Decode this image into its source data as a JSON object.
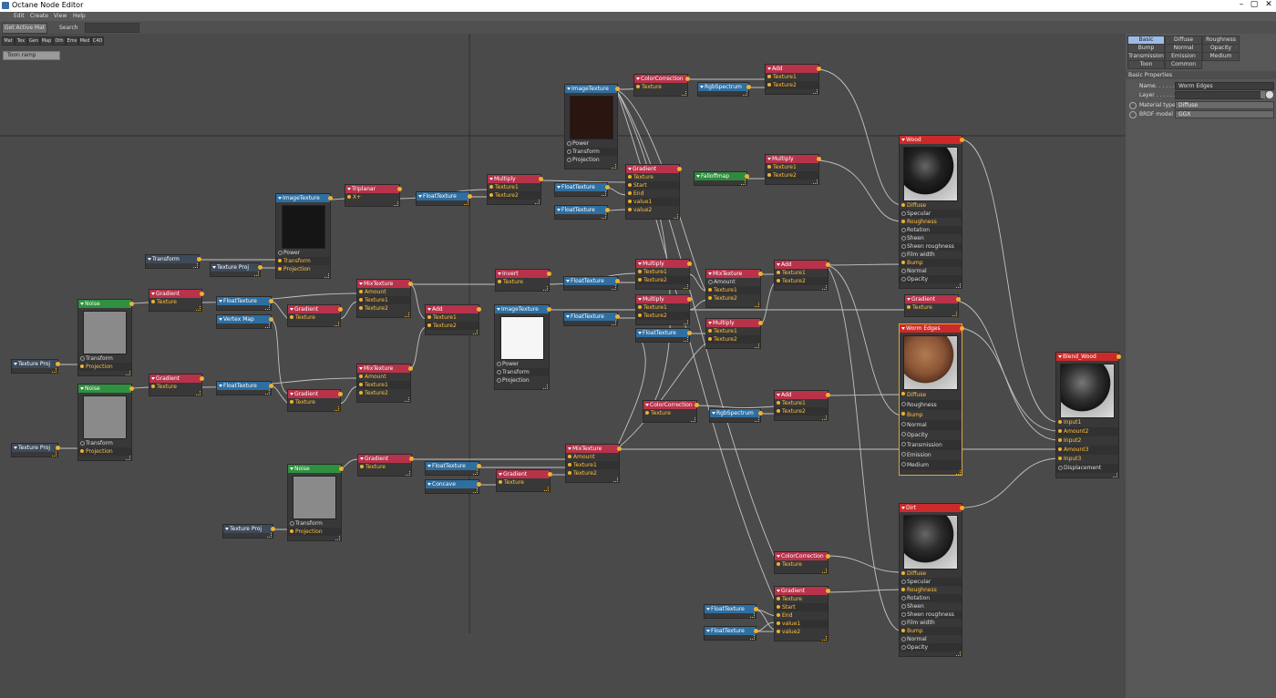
{
  "window": {
    "title": "Octane Node Editor",
    "controls": [
      "–",
      "▢",
      "✕"
    ]
  },
  "menu": [
    "Edit",
    "Create",
    "View",
    "Help"
  ],
  "toolbar": {
    "get_active_mat": "Get Active Mat",
    "search_label": "Search",
    "search_value": ""
  },
  "categories": [
    "Mat",
    "Tex",
    "Gen",
    "Map",
    "Oth",
    "Ems",
    "Med",
    "C4D"
  ],
  "toon_ramp": "Toon ramp",
  "nodes": {
    "imgtex1": {
      "title": "ImageTexture",
      "pins": [
        "Power",
        "Transform",
        "Projection"
      ]
    },
    "colcorr1": {
      "title": "ColorCorrection",
      "pins": [
        "Texture"
      ]
    },
    "rgbspec1": {
      "title": "RgbSpectrum"
    },
    "add1": {
      "title": "Add",
      "pins": [
        "Texture1",
        "Texture2"
      ]
    },
    "gradient1": {
      "title": "Gradient",
      "pins": [
        "Texture",
        "Start",
        "End",
        "value1",
        "value2"
      ]
    },
    "falloff": {
      "title": "Falloffmap"
    },
    "multiply1": {
      "title": "Multiply",
      "pins": [
        "Texture1",
        "Texture2"
      ]
    },
    "multiply2": {
      "title": "Multiply",
      "pins": [
        "Texture1",
        "Texture2"
      ]
    },
    "floattex1": {
      "title": "FloatTexture"
    },
    "floattex2": {
      "title": "FloatTexture"
    },
    "triplanar": {
      "title": "Triplanar",
      "pins": [
        "X+"
      ]
    },
    "floattex3": {
      "title": "FloatTexture"
    },
    "imgtex2": {
      "title": "ImageTexture",
      "pins": [
        "Power",
        "Transform",
        "Projection"
      ]
    },
    "transform": {
      "title": "Transform"
    },
    "texproj1": {
      "title": "Texture Proj"
    },
    "wood": {
      "title": "Wood",
      "pins": [
        "Diffuse",
        "Specular",
        "Roughness",
        "Rotation",
        "Sheen",
        "Sheen roughness",
        "Film width",
        "Bump",
        "Normal",
        "Opacity"
      ]
    },
    "noise1": {
      "title": "Noise",
      "pins": [
        "Transform",
        "Projection"
      ]
    },
    "gradient2": {
      "title": "Gradient",
      "pins": [
        "Texture"
      ]
    },
    "floattex4": {
      "title": "FloatTexture"
    },
    "vertexmap": {
      "title": "Vertex Map"
    },
    "gradient3": {
      "title": "Gradient",
      "pins": [
        "Texture"
      ]
    },
    "mixtex1": {
      "title": "MixTexture",
      "pins": [
        "Amount",
        "Texture1",
        "Texture2"
      ]
    },
    "add2": {
      "title": "Add",
      "pins": [
        "Texture1",
        "Texture2"
      ]
    },
    "imgtex3": {
      "title": "ImageTexture",
      "pins": [
        "Power",
        "Transform",
        "Projection"
      ]
    },
    "invert": {
      "title": "Invert",
      "pins": [
        "Texture"
      ]
    },
    "floattex5": {
      "title": "FloatTexture"
    },
    "floattex6": {
      "title": "FloatTexture"
    },
    "multiply3": {
      "title": "Multiply",
      "pins": [
        "Texture1",
        "Texture2"
      ]
    },
    "multiply4": {
      "title": "Multiply",
      "pins": [
        "Texture1",
        "Texture2"
      ]
    },
    "floattex7": {
      "title": "FloatTexture"
    },
    "mixtex2": {
      "title": "MixTexture",
      "pins": [
        "Amount",
        "Texture1",
        "Texture2"
      ]
    },
    "multiply5": {
      "title": "Multiply",
      "pins": [
        "Texture1",
        "Texture2"
      ]
    },
    "add3": {
      "title": "Add",
      "pins": [
        "Texture1",
        "Texture2"
      ]
    },
    "gradient4": {
      "title": "Gradient",
      "pins": [
        "Texture"
      ]
    },
    "wormedges": {
      "title": "Worm Edges",
      "pins": [
        "Diffuse",
        "Roughness",
        "Bump",
        "Normal",
        "Opacity",
        "Transmission",
        "Emission",
        "Medium"
      ]
    },
    "blendwood": {
      "title": "Blend_Wood",
      "pins": [
        "Input1",
        "Amount2",
        "Input2",
        "Amount3",
        "Input3",
        "Displacement"
      ]
    },
    "texprojA": {
      "title": "Texture Proj",
      "pins": [
        "Projection"
      ]
    },
    "texprojB": {
      "title": "Texture Proj",
      "pins": [
        "Projection"
      ]
    },
    "gradient5": {
      "title": "Gradient",
      "pins": [
        "Texture"
      ]
    },
    "floattex8": {
      "title": "FloatTexture"
    },
    "gradient6": {
      "title": "Gradient",
      "pins": [
        "Texture"
      ]
    },
    "mixtex3": {
      "title": "MixTexture",
      "pins": [
        "Amount",
        "Texture1",
        "Texture2"
      ]
    },
    "noise2": {
      "title": "Noise",
      "pins": [
        "Transform",
        "Projection"
      ]
    },
    "colcorr2": {
      "title": "ColorCorrection",
      "pins": [
        "Texture"
      ]
    },
    "rgbspec2": {
      "title": "RgbSpectrum"
    },
    "add4": {
      "title": "Add",
      "pins": [
        "Texture1",
        "Texture2"
      ]
    },
    "gradient7": {
      "title": "Gradient",
      "pins": [
        "Texture"
      ]
    },
    "floattex9": {
      "title": "FloatTexture"
    },
    "concave": {
      "title": "Concave"
    },
    "gradient8": {
      "title": "Gradient",
      "pins": [
        "Texture"
      ]
    },
    "mixtex4": {
      "title": "MixTexture",
      "pins": [
        "Amount",
        "Texture1",
        "Texture2"
      ]
    },
    "noise3": {
      "title": "Noise",
      "pins": [
        "Transform",
        "Projection"
      ]
    },
    "texprojC": {
      "title": "Texture Proj",
      "pins": [
        "Projection"
      ]
    },
    "dirt": {
      "title": "Dirt",
      "pins": [
        "Diffuse",
        "Specular",
        "Roughness",
        "Rotation",
        "Sheen",
        "Sheen roughness",
        "Film width",
        "Bump",
        "Normal",
        "Opacity"
      ]
    },
    "colcorr3": {
      "title": "ColorCorrection",
      "pins": [
        "Texture"
      ]
    },
    "gradient9": {
      "title": "Gradient",
      "pins": [
        "Texture",
        "Start",
        "End",
        "value1",
        "value2"
      ]
    },
    "floattex10": {
      "title": "FloatTexture"
    },
    "floattex11": {
      "title": "FloatTexture"
    }
  },
  "panel": {
    "tabs": [
      "Basic",
      "Diffuse",
      "Roughness",
      "Bump",
      "Normal",
      "Opacity",
      "Transmission",
      "Emission",
      "Medium",
      "Toon",
      "Common"
    ],
    "active_tab": "Basic",
    "section": "Basic Properties",
    "name_label": "Name. . . . . . . .",
    "name_value": "Worm Edges",
    "layer_label": "Layer . . . . . . . .",
    "layer_value": "",
    "material_type_label": "Material type",
    "material_type_value": "Diffuse",
    "brdf_label": "BRDF model",
    "brdf_value": "GGX"
  },
  "colors": {
    "texture": "#b8324a",
    "float": "#2f6ea0",
    "material": "#cc2a2a",
    "noise": "#2f9140",
    "pin": "#f0b030",
    "selected": "#d9a640",
    "tab_active": "#9dbbe8"
  }
}
